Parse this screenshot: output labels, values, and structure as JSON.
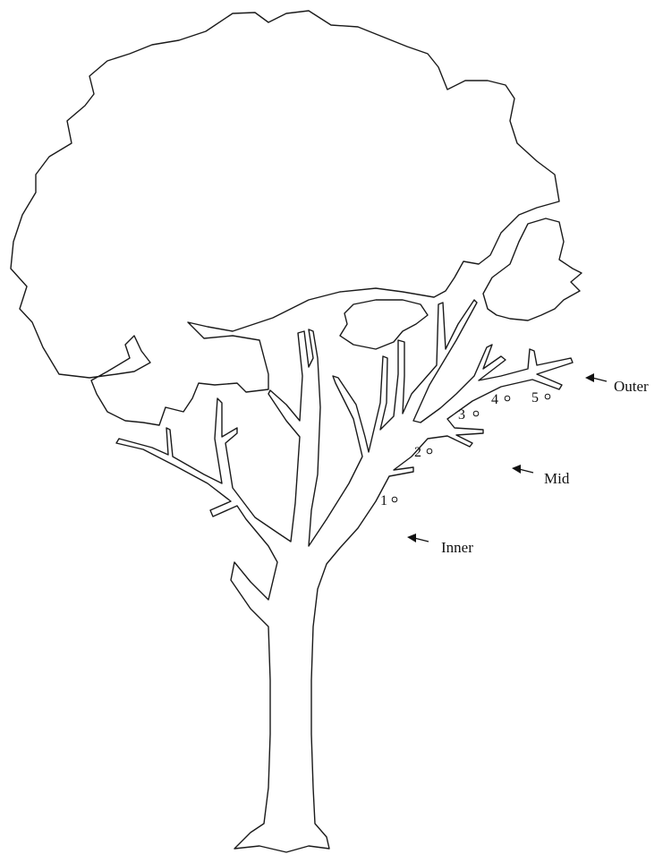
{
  "zone_labels": {
    "outer": "Outer",
    "mid": "Mid",
    "inner": "Inner"
  },
  "sample_points": [
    "1",
    "2",
    "3",
    "4",
    "5"
  ],
  "colors": {
    "line": "#1a1a1a",
    "background": "#ffffff"
  }
}
